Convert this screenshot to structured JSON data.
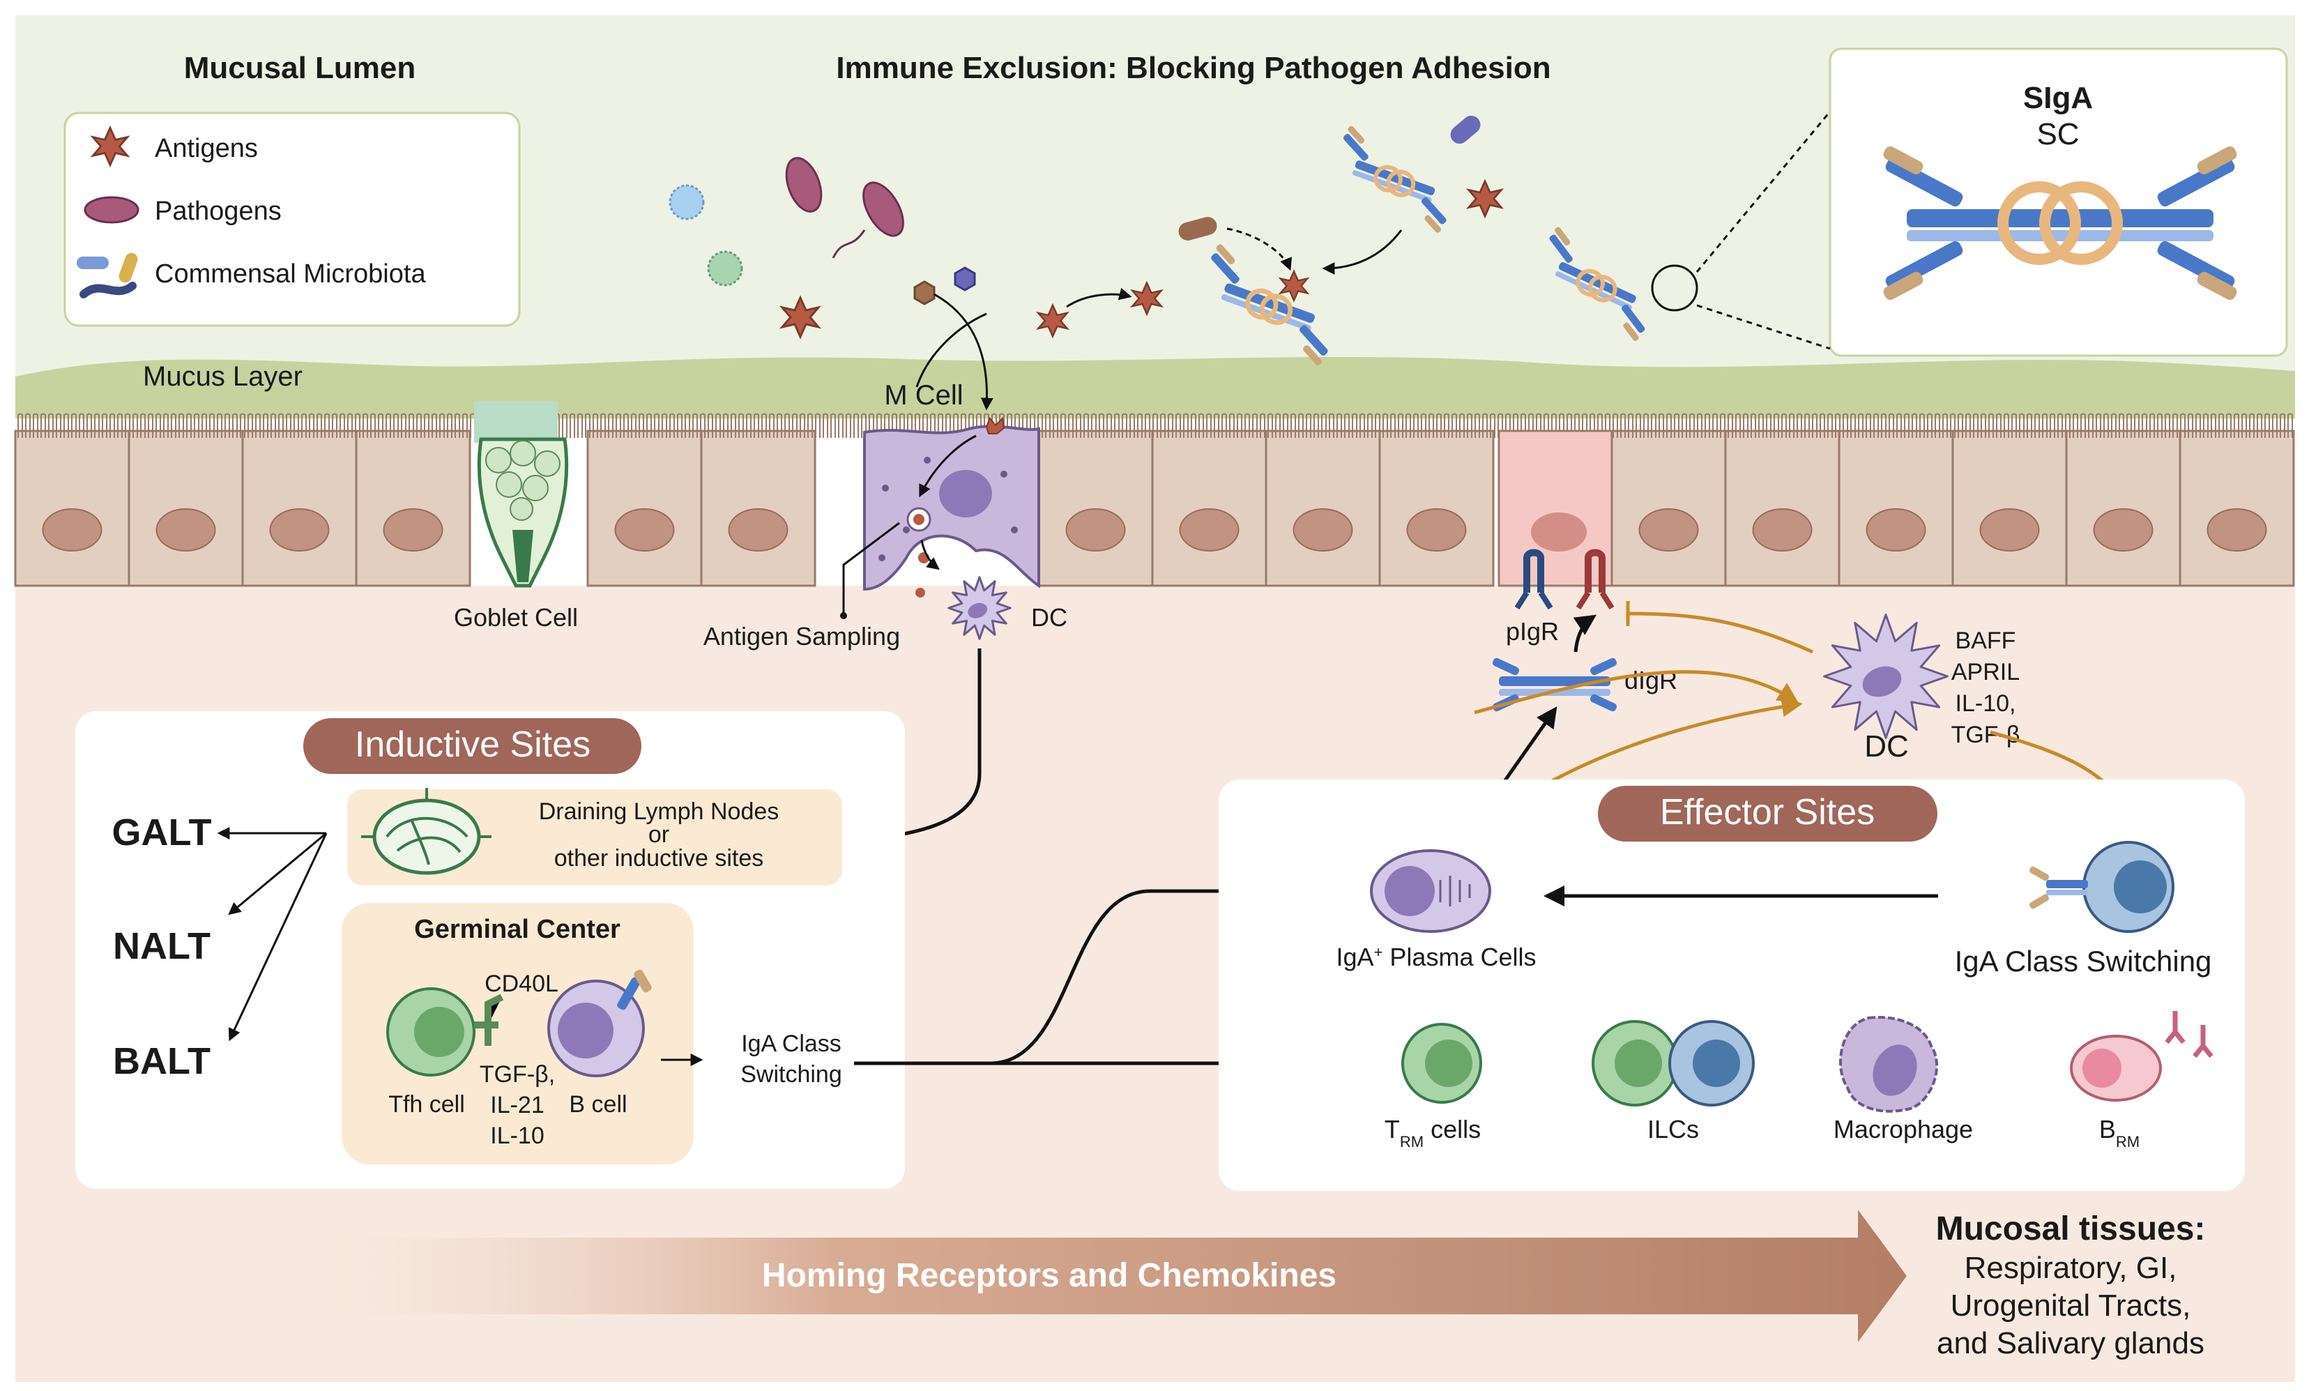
{
  "lumen": {
    "title": "Mucusal Lumen",
    "exclusion_title": "Immune Exclusion: Blocking Pathogen Adhesion",
    "legend": {
      "antigens": "Antigens",
      "pathogens": "Pathogens",
      "commensal": "Commensal Microbiota"
    },
    "mucus_layer": "Mucus Layer"
  },
  "sigA_inset": {
    "title": "SIgA",
    "subtitle": "SC"
  },
  "epithelium": {
    "goblet_cell": "Goblet Cell",
    "m_cell": "M Cell",
    "antigen_sampling": "Antigen Sampling",
    "dc": "DC",
    "pigr": "pIgR",
    "digr": "dIgR"
  },
  "dc_right": {
    "label": "DC",
    "cytokines": [
      "BAFF",
      "APRIL",
      "IL-10,",
      "TGF-β"
    ]
  },
  "inductive": {
    "title": "Inductive Sites",
    "tissues": [
      "GALT",
      "NALT",
      "BALT"
    ],
    "lymph_line1": "Draining Lymph Nodes",
    "lymph_line2": "or",
    "lymph_line3": "other inductive sites",
    "germinal_center": "Germinal Center",
    "cd40l": "CD40L",
    "tfh": "Tfh cell",
    "bcell": "B cell",
    "gc_cytokines": [
      "TGF-β,",
      "IL-21",
      "IL-10"
    ],
    "switch_line1": "IgA Class",
    "switch_line2": "Switching"
  },
  "effector": {
    "title": "Effector Sites",
    "plasma_prefix": "IgA",
    "plasma_sup": "+",
    "plasma_suffix": " Plasma Cells",
    "class_switching": "IgA Class Switching",
    "trm_main": "T",
    "trm_sub": "RM",
    "trm_suffix": " cells",
    "ilcs": "ILCs",
    "macrophage": "Macrophage",
    "brm_main": "B",
    "brm_sub": "RM"
  },
  "homing": {
    "label": "Homing Receptors and Chemokines"
  },
  "mucosal": {
    "title": "Mucosal tissues:",
    "lines": [
      "Respiratory, GI,",
      "Urogenital Tracts,",
      "and Salivary glands"
    ]
  },
  "colors": {
    "lumen_bg": "#eef2e4",
    "mucus": "#c7d39e",
    "epithelial_cell": "#e3cfc0",
    "nucleus": "#c09383",
    "tissue_bg": "#f8e9e0",
    "box_title": "#a0665a",
    "antibody_blue": "#4a78c8",
    "secretory_component": "#e8b77e",
    "arrow_gold": "#c88a2a"
  }
}
